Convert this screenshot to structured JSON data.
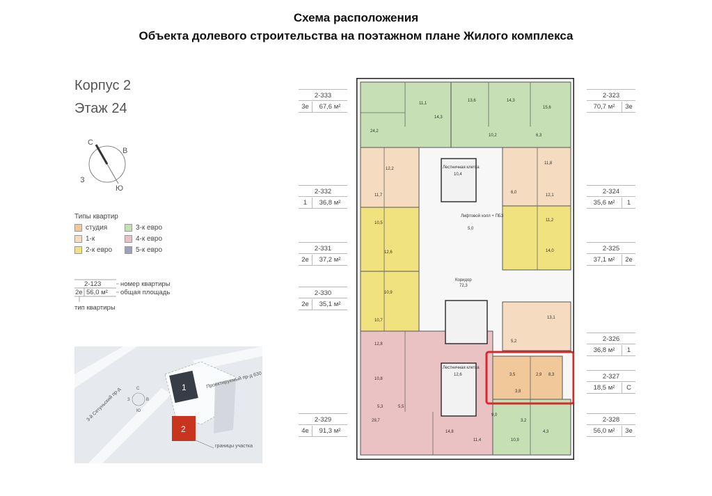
{
  "header": {
    "title_line1": "Схема расположения",
    "title_line2": "Объекта долевого строительства на поэтажном плане Жилого комплекса"
  },
  "building": {
    "korpus": "Корпус 2",
    "etazh": "Этаж 24"
  },
  "compass": {
    "north": "С",
    "east": "В",
    "west": "З",
    "south": "Ю"
  },
  "legend": {
    "title": "Типы квартир",
    "items": [
      {
        "label": "студия",
        "color": "#f1c89a"
      },
      {
        "label": "1-к",
        "color": "#f5dcc0"
      },
      {
        "label": "2-к евро",
        "color": "#f0e27e"
      },
      {
        "label": "3-к евро",
        "color": "#c7dfb4"
      },
      {
        "label": "4-к евро",
        "color": "#ebc2c4"
      },
      {
        "label": "5-к евро",
        "color": "#9aa3b8"
      }
    ]
  },
  "key": {
    "sample_number": "2-123",
    "sample_type": "2е",
    "sample_area": "56,0 м²",
    "label_number": "номер квартиры",
    "label_area": "общая площадь",
    "label_type": "тип квартиры"
  },
  "sitemap": {
    "road1": "Проектируемый пр-д 630",
    "road2": "3-й Сетуньский пр-д",
    "building1": "1",
    "building2": "2",
    "boundary": "границы участка",
    "compass_n": "С",
    "compass_s": "Ю",
    "compass_w": "З",
    "compass_e": "В"
  },
  "apartments_left": [
    {
      "number": "2-333",
      "type": "3е",
      "area": "67,6 м²"
    },
    {
      "number": "2-332",
      "type": "1",
      "area": "36,8 м²"
    },
    {
      "number": "2-331",
      "type": "2е",
      "area": "37,2 м²"
    },
    {
      "number": "2-330",
      "type": "2е",
      "area": "35,1 м²"
    },
    {
      "number": "2-329",
      "type": "4е",
      "area": "91,3 м²"
    }
  ],
  "apartments_right": [
    {
      "number": "2-323",
      "type": "3е",
      "area": "70,7 м²"
    },
    {
      "number": "2-324",
      "type": "1",
      "area": "35,6 м²"
    },
    {
      "number": "2-325",
      "type": "2е",
      "area": "37,1 м²"
    },
    {
      "number": "2-326",
      "type": "1",
      "area": "36,8 м²"
    },
    {
      "number": "2-327",
      "type": "С",
      "area": "18,5 м²"
    },
    {
      "number": "2-328",
      "type": "3е",
      "area": "56,0 м²"
    }
  ],
  "plan": {
    "highlight_color": "#d42a2a",
    "corridor_label": "Коридор",
    "corridor_area": "72,3",
    "lift_label": "Лифтовой холл + ПБЗ",
    "lift_area": "5,0",
    "stair_top_label": "Лестничная клетка",
    "stair_top_area": "10,4",
    "stair_bottom_label": "Лестничная клетка",
    "stair_bottom_area": "12,6",
    "rooms": [
      "11,1",
      "13,6",
      "14,3",
      "15,6",
      "24,2",
      "14,3",
      "10,2",
      "6,3",
      "12,2",
      "11,8",
      "11,7",
      "12,1",
      "6,0",
      "10,5",
      "11,2",
      "12,6",
      "14,0",
      "10,9",
      "10,7",
      "13,1",
      "5,2",
      "12,8",
      "10,8",
      "3,5",
      "2,9",
      "8,3",
      "3,8",
      "29,7",
      "14,8",
      "11,4",
      "10,9",
      "4,3",
      "5,5",
      "5,3",
      "3,2",
      "9,0"
    ]
  }
}
